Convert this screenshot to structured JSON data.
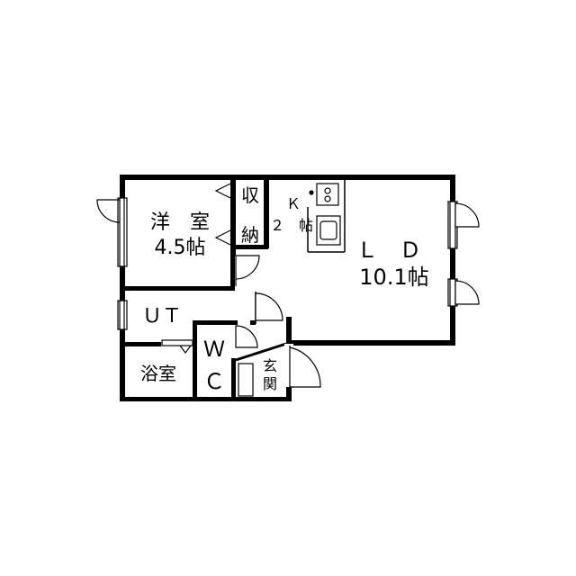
{
  "floorplan": {
    "rooms": {
      "western_room": {
        "line1": "洋　室",
        "line2": "4.5帖"
      },
      "storage": {
        "line1": "収",
        "line2": "納"
      },
      "kitchen": {
        "line1": "Ｋ",
        "line2": "２　帖"
      },
      "living_dining": {
        "line1": "Ｌ　Ｄ",
        "line2": "10.1帖"
      },
      "utility": {
        "line1": "ＵＴ"
      },
      "bathroom": {
        "line1": "浴室"
      },
      "toilet": {
        "line1": "Ｗ",
        "line2": "Ｃ"
      },
      "entrance": {
        "line1": "玄",
        "line2": "関"
      }
    }
  }
}
